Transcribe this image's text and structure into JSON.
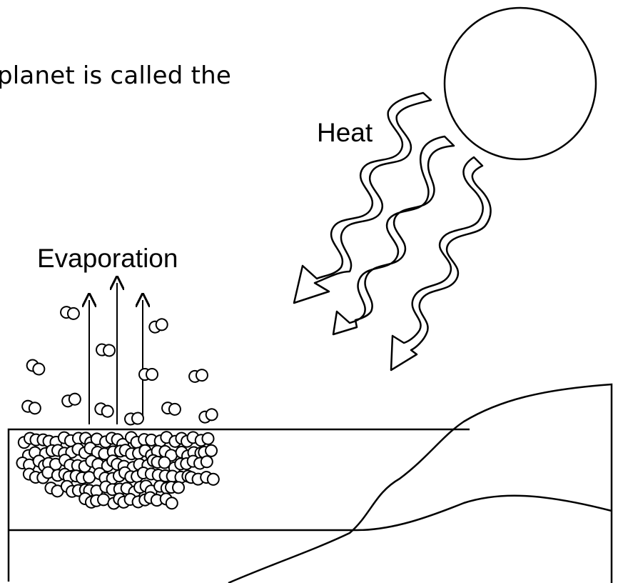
{
  "caption_fragment": "planet is called the",
  "labels": {
    "heat": "Heat",
    "evaporation": "Evaporation"
  }
}
